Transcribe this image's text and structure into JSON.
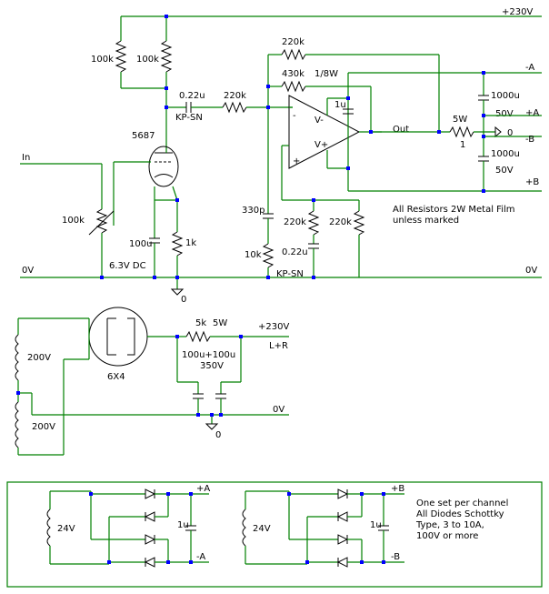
{
  "rails": {
    "supply_top": "+230V",
    "ground_left": "0V",
    "ground_right": "0V"
  },
  "preamp": {
    "input_label": "In",
    "tube": "5687",
    "plate_res_left": "100k",
    "plate_res_right": "100k",
    "coupling_cap": "0.22u",
    "coupling_cap_type": "KP-SN",
    "input_res": "220k",
    "gain_pot": "100k",
    "cathode_cap": "100u",
    "cathode_res": "1k",
    "heater": "6.3V DC",
    "ground_symbol": "0"
  },
  "opamp": {
    "feedback_res": "220k",
    "feedback_res2": "430k",
    "wattage": "1/8W",
    "bypass_cap": "1u",
    "minus_supply": "V-",
    "plus_supply": "V+",
    "inv": "-",
    "noninv": "+",
    "out_label": "Out",
    "series_res_watt": "5W",
    "series_res_val": "1",
    "out_node": "0",
    "cap_a": "1000u",
    "cap_a_v": "50V",
    "cap_b": "1000u",
    "cap_b_v": "50V",
    "rail_minus_a": "-A",
    "rail_plus_a": "+A",
    "rail_minus_b": "-B",
    "rail_plus_b": "+B",
    "ff_cap": "330p",
    "bias_res1": "220k",
    "bias_res2": "220k",
    "bias_cap": "0.22u",
    "bias_cap_type": "KP-SN",
    "ground_res": "10k",
    "note_line1": "All Resistors 2W Metal Film",
    "note_line2": "unless marked"
  },
  "hv_supply": {
    "rectifier": "6X4",
    "winding1": "200V",
    "winding2": "200V",
    "res_val": "5k",
    "res_watt": "5W",
    "out_voltage": "+230V",
    "out_label": "L+R",
    "caps": "100u+100u",
    "caps_v": "350V",
    "ground_label": "0V",
    "ground_symbol": "0"
  },
  "lv_supply": {
    "a": {
      "winding": "24V",
      "cap": "1u",
      "plus": "+A",
      "minus": "-A"
    },
    "b": {
      "winding": "24V",
      "cap": "1u",
      "plus": "+B",
      "minus": "-B"
    },
    "notes": [
      "One set per channel",
      "All Diodes Schottky",
      "Type, 3 to 10A,",
      "100V or more"
    ]
  },
  "colors": {
    "wire": "#008000",
    "node": "#0000ff",
    "component": "#000000"
  }
}
